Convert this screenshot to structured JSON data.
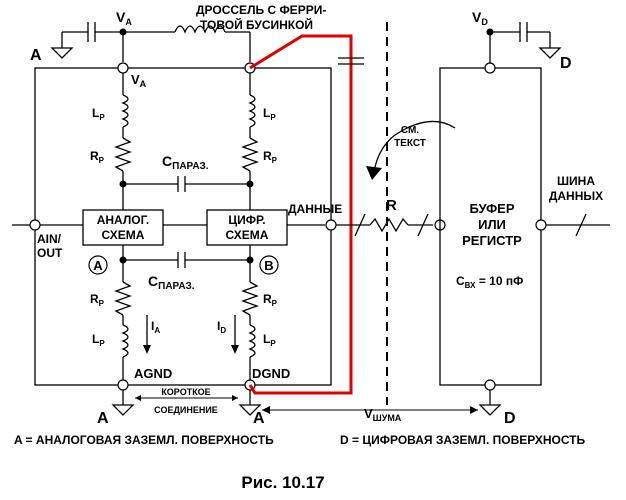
{
  "labels": {
    "va_top": "V",
    "va_top_sub": "A",
    "vd_top": "V",
    "vd_top_sub": "D",
    "choke_line1": "ДРОССЕЛЬ С ФЕРРИ-",
    "choke_line2": "ТОВОЙ БУСИНКОЙ",
    "a_left": "A",
    "d_right": "D",
    "va_inner": "V",
    "va_inner_sub": "A",
    "lp": "L",
    "lp_sub": "P",
    "rp": "R",
    "rp_sub": "P",
    "cpar": "C",
    "cpar_sub": "ПАРАЗ.",
    "analog_block_1": "АНАЛОГ.",
    "analog_block_2": "СХЕМА",
    "digital_block_1": "ЦИФР.",
    "digital_block_2": "СХЕМА",
    "data": "ДАННЫЕ",
    "ain_1": "AIN/",
    "ain_2": "OUT",
    "node_a": "A",
    "node_b": "B",
    "ia": "I",
    "ia_sub": "A",
    "id": "I",
    "id_sub": "D",
    "agnd": "AGND",
    "dgnd": "DGND",
    "short_1": "КОРОТКОЕ",
    "short_2": "СОЕДИНЕНИЕ",
    "gnd_a1": "A",
    "gnd_a2": "A",
    "gnd_d": "D",
    "vnoise": "V",
    "vnoise_sub": "ШУМА",
    "res_r": "R",
    "see_1": "СМ.",
    "see_2": "ТЕКСТ",
    "buffer_1": "БУФЕР",
    "buffer_2": "ИЛИ",
    "buffer_3": "РЕГИСТР",
    "cin": "C",
    "cin_sub": "ВХ",
    "cin_val": " = 10 пФ",
    "bus_1": "ШИНА",
    "bus_2": "ДАННЫХ",
    "legend_a": "A = АНАЛОГОВАЯ ЗАЗЕМЛ. ПОВЕРХНОСТЬ",
    "legend_d": "D = ЦИФРОВАЯ ЗАЗЕМЛ. ПОВЕРХНОСТЬ",
    "caption": "Рис. 10.17"
  },
  "colors": {
    "ground_path": "#e00000",
    "ink": "#000000"
  }
}
